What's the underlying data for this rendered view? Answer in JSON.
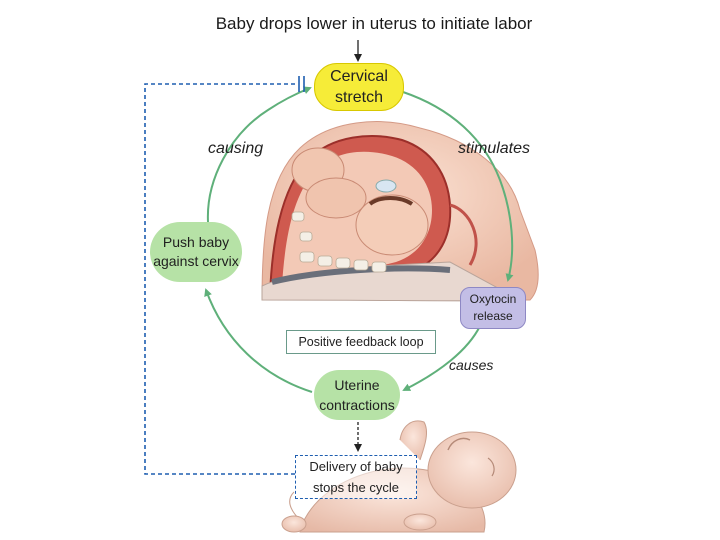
{
  "diagram": {
    "title": "Baby drops lower in uterus to initiate labor",
    "nodes": {
      "cervical_stretch": "Cervical stretch",
      "push_baby": "Push baby against cervix",
      "oxytocin": "Oxytocin release",
      "uterine": "Uterine contractions",
      "delivery": "Delivery of baby stops the cycle",
      "loop_label": "Positive feedback loop"
    },
    "edge_labels": {
      "causing": "causing",
      "stimulates": "stimulates",
      "causes": "causes"
    },
    "colors": {
      "cycle_arrow": "#5fb07a",
      "inhibit_line": "#1e5eb0",
      "yellow_node": "#f6ec38",
      "green_node": "#b6e2a6",
      "purple_node": "#c3bee6"
    },
    "illustrations": [
      "uterus-cross-section-illustration",
      "newborn-baby-illustration"
    ]
  }
}
